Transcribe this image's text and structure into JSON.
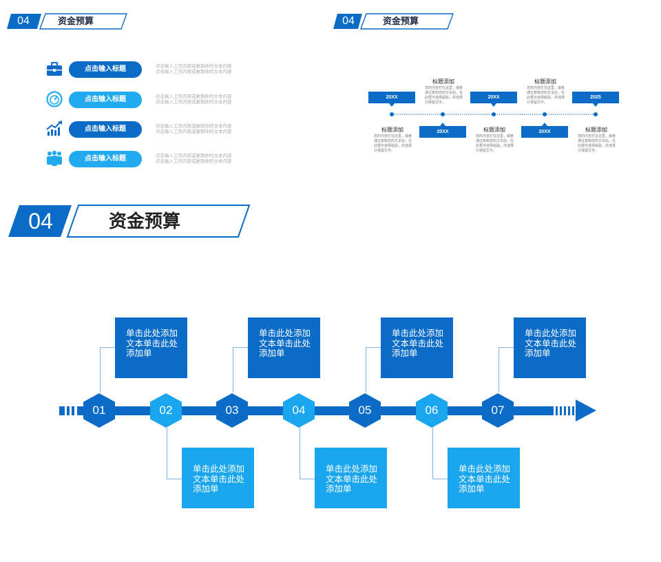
{
  "colors": {
    "primary": "#0b6cc8",
    "light": "#1aa6ee",
    "text_dark": "#1f2a44",
    "muted": "#a9a9a9"
  },
  "header_left": {
    "number": "04",
    "title": "资金预算"
  },
  "header_right": {
    "number": "04",
    "title": "资金预算"
  },
  "header_big": {
    "number": "04",
    "title": "资金预算"
  },
  "list": {
    "items": [
      {
        "icon": "briefcase-icon",
        "label": "点击输入标题",
        "desc1": "点击输入工作内容或复制你的文本内容",
        "desc2": "点击输入工作内容或复制你的文本内容"
      },
      {
        "icon": "dashboard-icon",
        "label": "点击输入标题",
        "desc1": "点击输入工作内容或复制你的文本内容",
        "desc2": "点击输入工作内容或复制你的文本内容"
      },
      {
        "icon": "growth-chart-icon",
        "label": "点击输入标题",
        "desc1": "点击输入工作内容或复制你的文本内容",
        "desc2": "点击输入工作内容或复制你的文本内容"
      },
      {
        "icon": "team-icon",
        "label": "点击输入标题",
        "desc1": "点击输入工作内容或复制你的文本内容",
        "desc2": "点击输入工作内容或复制你的文本内容"
      }
    ]
  },
  "mini_timeline": {
    "boxes": [
      "20XX",
      "20XX",
      "20XX",
      "20XX",
      "2025"
    ],
    "title": "标题添加",
    "text": "您的内容打在这里，或者通过复制您的文本后，在此框中选择粘贴，并选择只保留文字。"
  },
  "big_timeline": {
    "steps": [
      "01",
      "02",
      "03",
      "04",
      "05",
      "06",
      "07"
    ],
    "card_text": "单击此处添加文本单击此处添加单"
  }
}
